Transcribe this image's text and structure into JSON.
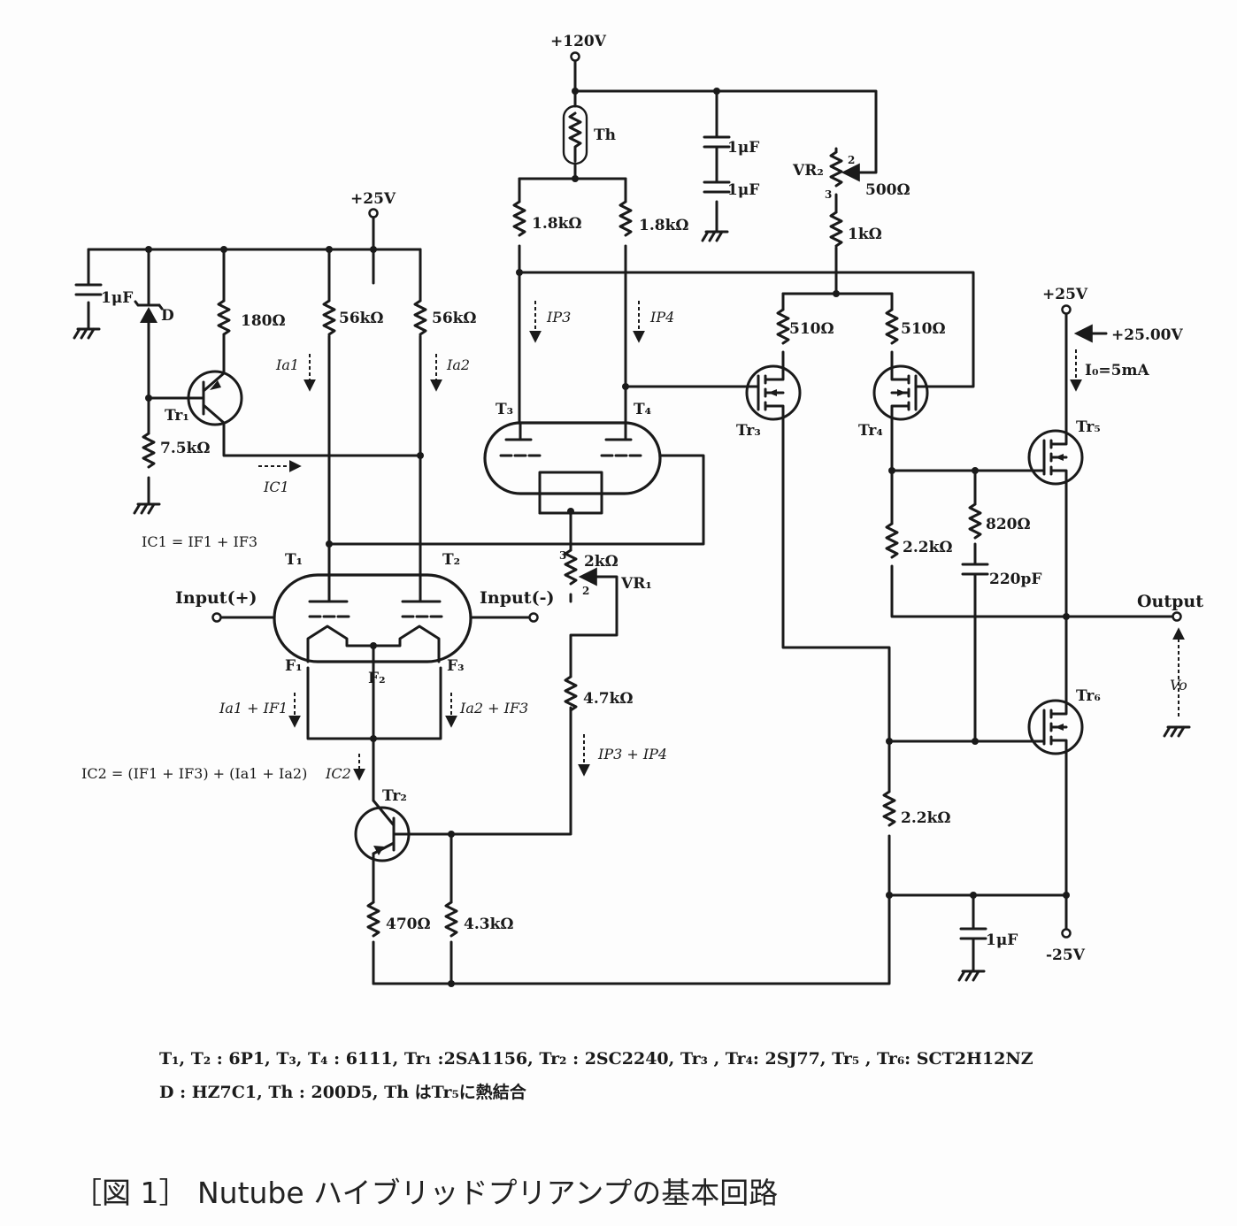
{
  "supply": {
    "plus120": "+120V",
    "plus25_left": "+25V",
    "plus25_right": "+25V",
    "minus25": "-25V"
  },
  "components": {
    "th": "Th",
    "c_top1": "1μF",
    "c_top2": "1μF",
    "c_left": "1μF",
    "c_bottom": "1μF",
    "vr2": "VR₂",
    "vr2_val": "500Ω",
    "r_1k": "1kΩ",
    "r_18k_a": "1.8kΩ",
    "r_18k_b": "1.8kΩ",
    "d": "D",
    "r_180": "180Ω",
    "r_56k_a": "56kΩ",
    "r_56k_b": "56kΩ",
    "tr1": "Tr₁",
    "r_75k": "7.5kΩ",
    "r_510_a": "510Ω",
    "r_510_b": "510Ω",
    "tr3": "Tr₃",
    "tr4": "Tr₄",
    "tr5": "Tr₅",
    "tr6": "Tr₆",
    "t1": "T₁",
    "t2": "T₂",
    "t3": "T₃",
    "t4": "T₄",
    "f1": "F₁",
    "f2": "F₂",
    "f3": "F₃",
    "vr1": "VR₁",
    "vr1_val": "2kΩ",
    "r_47k": "4.7kΩ",
    "tr2": "Tr₂",
    "r_470": "470Ω",
    "r_43k": "4.3kΩ",
    "r_22k_a": "2.2kΩ",
    "r_22k_b": "2.2kΩ",
    "r_820": "820Ω",
    "c_220p": "220pF"
  },
  "pins": {
    "vr2_p2": "2",
    "vr2_p3": "3",
    "vr1_p3": "3",
    "vr1_p2": "2"
  },
  "io": {
    "input_plus": "Input(+)",
    "input_minus": "Input(-)",
    "output": "Output",
    "vo": "Vo",
    "vout_val": "+25.00V",
    "io_current": "I₀=5mA"
  },
  "currents": {
    "ic1": "IC1",
    "ia1": "Ia1",
    "ia2": "Ia2",
    "ip3": "IP3",
    "ip4": "IP4",
    "ia1_if1": "Ia1 + IF1",
    "ia2_if3": "Ia2 + IF3",
    "ip3_ip4": "IP3 + IP4",
    "ic2": "IC2"
  },
  "equations": {
    "ic1_eq": "IC1 = IF1 + IF3",
    "ic2_eq": "IC2 = (IF1 + IF3) + (Ia1 + Ia2)"
  },
  "parts_list": {
    "line1": "T₁, T₂ : 6P1, T₃, T₄ : 6111, Tr₁ :2SA1156,  Tr₂ : 2SC2240, Tr₃ , Tr₄: 2SJ77, Tr₅ , Tr₆: SCT2H12NZ",
    "line2": "D : HZ7C1, Th : 200D5, Th はTr₅に熱結合"
  },
  "caption": "［図 1］ Nutube ハイブリッドプリアンプの基本回路"
}
